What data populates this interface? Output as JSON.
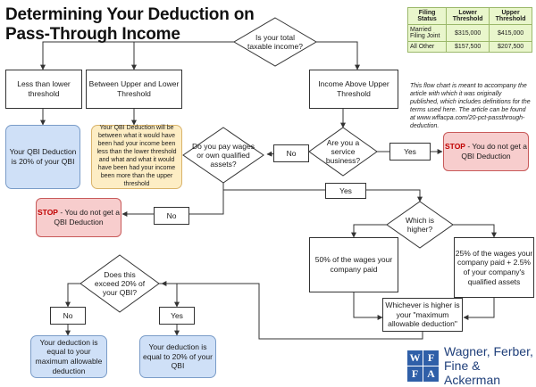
{
  "title": {
    "line1": "Determining Your Deduction on",
    "line2": "Pass-Through Income"
  },
  "thresholds": {
    "headers": [
      "Filing Status",
      "Lower Threshold",
      "Upper Threshold"
    ],
    "rows": [
      [
        "Married Filing Joint",
        "$315,000",
        "$415,000"
      ],
      [
        "All Other",
        "$157,500",
        "$207,500"
      ]
    ]
  },
  "note": "This flow chart is meant to accompany the article with which it was originally published, which includes definitions for the terms used here. The article can be found at www.wffacpa.com/20-pct-passthrough-deduction.",
  "nodes": {
    "q_income": "Is your total taxable income?",
    "less_lower": "Less than lower threshold",
    "between": "Between Upper and Lower Threshold",
    "above_upper": "Income Above Upper Threshold",
    "qbi_20": "Your QBI Deduction is 20% of your QBI",
    "yellow_text": "Your QBI Deduction will be between what it would have been had your income been less than the lower threshold and what and what it would have been had your income been more than the upper threshold",
    "q_wages": "Do you pay wages or own qualified assets?",
    "q_service": "Are you a service business?",
    "no_service": "No",
    "yes_service": "Yes",
    "stop_right_bold": "STOP",
    "stop_right_rest": " - You do not get a QBI Deduction",
    "yes_wages": "Yes",
    "no_wages": "No",
    "stop_left_bold": "STOP",
    "stop_left_rest": " - You do not get a QBI Deduction",
    "q_higher": "Which is higher?",
    "wages50": "50% of the wages your company paid",
    "wages25": "25% of the wages your company paid + 2.5% of your company's qualified assets",
    "max_ded": "Whichever is higher is your \"maximum allowable deduction\"",
    "q_exceed": "Does this exceed 20% of your QBI?",
    "no_exceed": "No",
    "yes_exceed": "Yes",
    "equal_max": "Your deduction is equal to your maximum allowable deduction",
    "equal_20": "Your deduction is equal to 20% of your QBI"
  },
  "logo": {
    "letters": [
      "W",
      "F",
      "F",
      "A"
    ],
    "line1": "Wagner, Ferber,",
    "line2": "Fine & Ackerman"
  },
  "colors": {
    "blue_fill": "#cfe0f7",
    "yellow_fill": "#fdedc4",
    "red_fill": "#f7cdcd",
    "table_fill": "#e9f6cc",
    "stop_text": "#c00000",
    "logo_blue": "#2f5fa8"
  }
}
